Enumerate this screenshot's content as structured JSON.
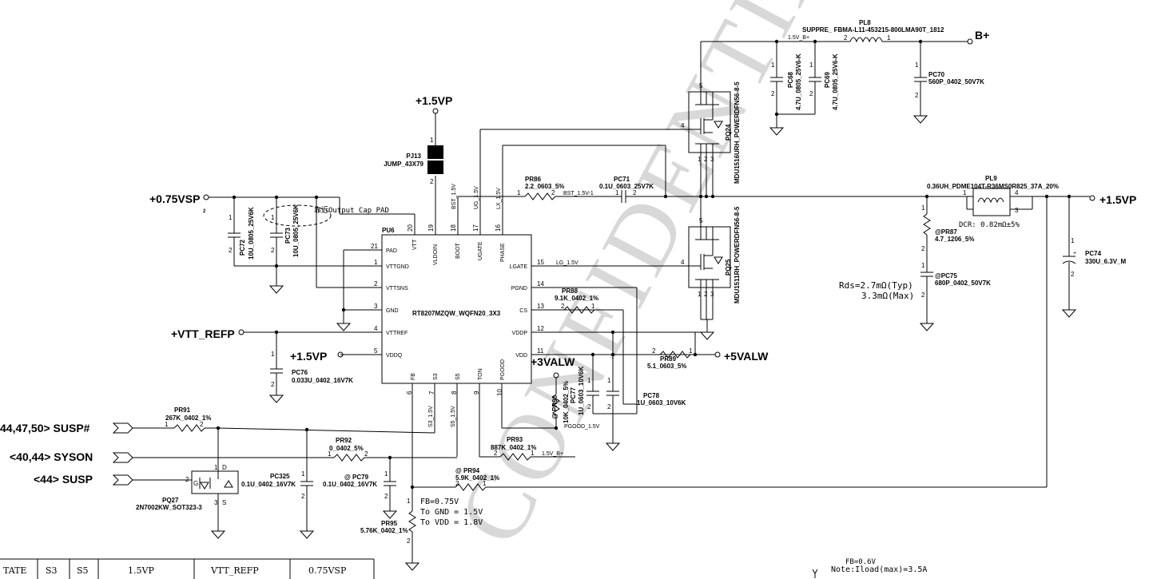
{
  "watermark": "CONFIDENTIAL",
  "nets": {
    "p075vsp": "+0.75VSP",
    "p15vp_top": "+1.5VP",
    "vtt_refp": "+VTT_REFP",
    "p15vp_left": "+1.5VP",
    "p3valw": "+3VALW",
    "p5valw": "+5VALW",
    "p15vp_right": "+1.5VP",
    "bplus": "B+",
    "susp_n": "44,47,50> SUSP#",
    "syson": "<40,44> SYSON",
    "susp": "<44> SUSP"
  },
  "ic": {
    "ref": "PU6",
    "part": "RT8207MZQW_WQFN20_3X3",
    "pins_left": [
      {
        "num": "21",
        "name": "PAD"
      },
      {
        "num": "1",
        "name": "VTTGND"
      },
      {
        "num": "2",
        "name": "VTTSNS"
      },
      {
        "num": "3",
        "name": "GND"
      },
      {
        "num": "4",
        "name": "VTTREF"
      },
      {
        "num": "5",
        "name": "VDDQ"
      }
    ],
    "pins_top": [
      {
        "num": "20",
        "name": "VTT"
      },
      {
        "num": "19",
        "name": "VLDOIN"
      },
      {
        "num": "18",
        "name": "BOOT"
      },
      {
        "num": "17",
        "name": "UGATE"
      },
      {
        "num": "16",
        "name": "PHASE"
      }
    ],
    "pins_right": [
      {
        "num": "15",
        "name": "LGATE"
      },
      {
        "num": "14",
        "name": "PGND"
      },
      {
        "num": "13",
        "name": "CS"
      },
      {
        "num": "12",
        "name": "VDDP"
      },
      {
        "num": "11",
        "name": "VDD"
      }
    ],
    "pins_bottom": [
      {
        "num": "6",
        "name": "FB"
      },
      {
        "num": "7",
        "name": "S3"
      },
      {
        "num": "8",
        "name": "S5"
      },
      {
        "num": "9",
        "name": "TON"
      },
      {
        "num": "10",
        "name": "PGOOD"
      }
    ]
  },
  "wire_labels": {
    "bst": "BST_1.5V",
    "ug": "UG_1.5V",
    "lx": "LX_1.5V",
    "bst1": "BST_1.5V-1",
    "lg": "LG_1.5V",
    "pgood": "PGOOD_1.5V",
    "s3": "S3_1.5V",
    "s5": "S5_1.5V",
    "bplus_15": "1.5V_B+",
    "bplus_15_top": "1.5V_B+"
  },
  "components": {
    "pj13": {
      "ref": "PJ13",
      "value": "JUMP_43X79"
    },
    "pr86": {
      "ref": "PR86",
      "value": "2.2_0603_5%"
    },
    "pc71": {
      "ref": "PC71",
      "value": "0.1U_0603_25V7K"
    },
    "pc72": {
      "ref": "PC72",
      "value": "10U_0805_25V6K"
    },
    "pc73": {
      "ref": "PC73",
      "value": "10U_0805_25V6K"
    },
    "pc73_note": "靠近Output Cap PAD",
    "pc76": {
      "ref": "PC76",
      "value": "0.033U_0402_16V7K"
    },
    "pr88": {
      "ref": "PR88",
      "value": "9.1K_0402_1%"
    },
    "pr89": {
      "ref": "PR89",
      "value": "5.1_0603_5%"
    },
    "pr90": {
      "ref": "@ PR90",
      "value": "10K_0402_5%"
    },
    "pc77": {
      "ref": "PC77",
      "value": "1U_0603_10V6K"
    },
    "pc78": {
      "ref": "PC78",
      "value": "1U_0603_10V6K"
    },
    "pr93": {
      "ref": "PR93",
      "value": "887K_0402_1%"
    },
    "pr94": {
      "ref": "@ PR94",
      "value": "5.9K_0402_1%"
    },
    "pr91": {
      "ref": "PR91",
      "value": "267K_0402_1%"
    },
    "pr92": {
      "ref": "PR92",
      "value": "0_0402_5%"
    },
    "pc325": {
      "ref": "PC325",
      "value": "0.1U_0402_16V7K"
    },
    "pc79": {
      "ref": "@ PC79",
      "value": "0.1U_0402_16V7K"
    },
    "pr95": {
      "ref": "PR95",
      "value": "5.76K_0402_1%"
    },
    "pq27": {
      "ref": "PQ27",
      "value": "2N7002KW_SOT323-3"
    },
    "pq24": {
      "ref": "PQ24",
      "value": "MDU1516URH_POWERDFN56-8-5"
    },
    "pq25": {
      "ref": "PQ25",
      "value": "MDU1511RH_POWERDFN56-8-5"
    },
    "pl8": {
      "ref": "PL8",
      "value": "SUPPRE_ FBMA-L11-453215-800LMA90T_1812"
    },
    "pc68": {
      "ref": "PC68",
      "value": "4.7U_0805_25V6-K"
    },
    "pc69": {
      "ref": "PC69",
      "value": "4.7U_0805_25V6-K"
    },
    "pc70": {
      "ref": "PC70",
      "value": "560P_0402_50V7K"
    },
    "pl9": {
      "ref": "PL9",
      "value": "0.36UH_PDME104T-R36MS0R825_37A_20%"
    },
    "pl9_dcr": "DCR: 0.82mΩ±5%",
    "pr87": {
      "ref": "@PR87",
      "value": "4.7_1206_5%"
    },
    "pc75": {
      "ref": "@PC75",
      "value": "680P_0402_50V7K"
    },
    "pc74": {
      "ref": "PC74",
      "value": "330U_6.3V_M"
    }
  },
  "notes": {
    "rds_typ": "Rds=2.7mΩ(Typ)",
    "rds_max": "3.3mΩ(Max)",
    "fb1": "FB=0.75V",
    "fb2": "To GND = 1.5V",
    "fb3": "To VDD = 1.8V",
    "fb06": "FB=0.6V",
    "iload": "Note:Iload(max)=3.5A"
  },
  "table": {
    "headers": [
      "TATE",
      "S3",
      "S5",
      "1.5VP",
      "VTT_REFP",
      "0.75VSP"
    ]
  }
}
